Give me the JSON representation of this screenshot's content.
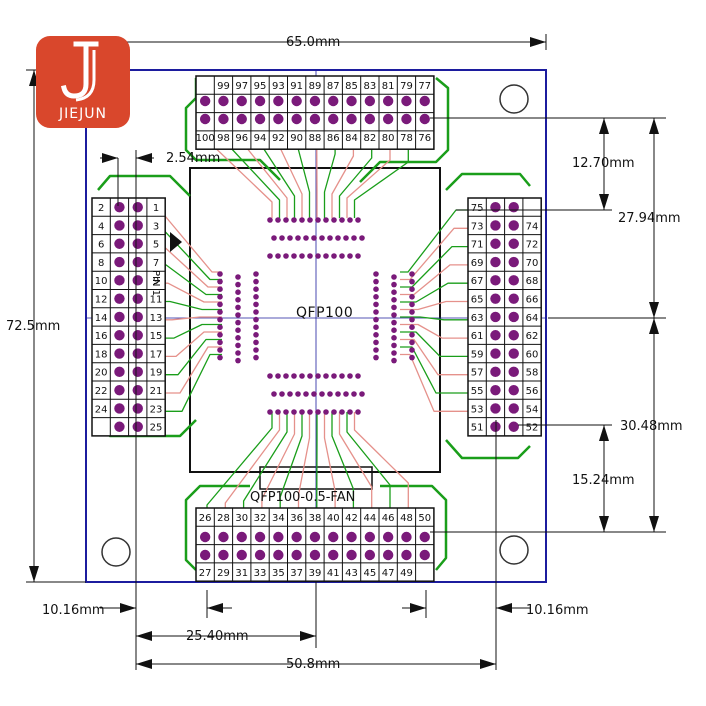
{
  "brand": {
    "name": "JIEJUN",
    "logo_color": "#d9472c"
  },
  "board": {
    "package_label": "QFP100",
    "fan_label": "QFP100-0.5-FAN",
    "pin1_label": "PIN 1",
    "colors": {
      "substrate": "#ffffff",
      "outline": "#1c1c9e",
      "trace": "#1a9e1a",
      "copper_bottom": "#e5918b",
      "pad": "#7a1a7a",
      "silk": "#111111"
    }
  },
  "headers": {
    "top_row_labels": [
      "99",
      "97",
      "95",
      "93",
      "91",
      "89",
      "87",
      "85",
      "83",
      "81",
      "79",
      "77"
    ],
    "top_row2_labels": [
      "100",
      "98",
      "96",
      "94",
      "92",
      "90",
      "88",
      "86",
      "84",
      "82",
      "80",
      "78",
      "76"
    ],
    "left_col_even": [
      "2",
      "4",
      "6",
      "8",
      "10",
      "12",
      "14",
      "16",
      "18",
      "20",
      "22",
      "24"
    ],
    "left_col_odd": [
      "1",
      "3",
      "5",
      "7",
      "9",
      "11",
      "13",
      "15",
      "17",
      "19",
      "21",
      "23",
      "25"
    ],
    "right_col_odd": [
      "75",
      "73",
      "71",
      "69",
      "67",
      "65",
      "63",
      "61",
      "59",
      "57",
      "55",
      "53",
      "51"
    ],
    "right_col_even": [
      "74",
      "72",
      "70",
      "68",
      "66",
      "64",
      "62",
      "60",
      "58",
      "56",
      "54",
      "52"
    ],
    "bottom_row_even": [
      "26",
      "28",
      "30",
      "32",
      "34",
      "36",
      "38",
      "40",
      "42",
      "44",
      "46",
      "48",
      "50"
    ],
    "bottom_row_odd": [
      "27",
      "29",
      "31",
      "33",
      "35",
      "37",
      "39",
      "41",
      "43",
      "45",
      "47",
      "49"
    ]
  },
  "dimensions": {
    "width_total": "65.0mm",
    "height_total": "72.5mm",
    "pitch": "2.54mm",
    "top_offset": "12.70mm",
    "right_span": "27.94mm",
    "right_lower_span": "30.48mm",
    "right_lower_offset": "15.24mm",
    "left_edge": "10.16mm",
    "right_edge": "10.16mm",
    "half_span": "25.40mm",
    "header_span": "50.8mm"
  }
}
